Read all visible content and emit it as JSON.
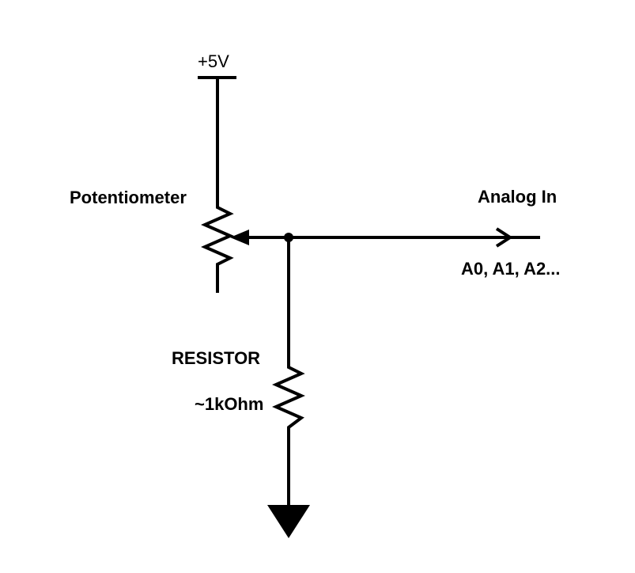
{
  "diagram": {
    "supply_label": "+5V",
    "potentiometer_label": "Potentiometer",
    "output_label": "Analog In",
    "pins_label": "A0, A1, A2...",
    "resistor_label": "RESISTOR",
    "resistor_value": "~1kOhm"
  },
  "colors": {
    "ink": "#000000",
    "background": "#ffffff"
  }
}
